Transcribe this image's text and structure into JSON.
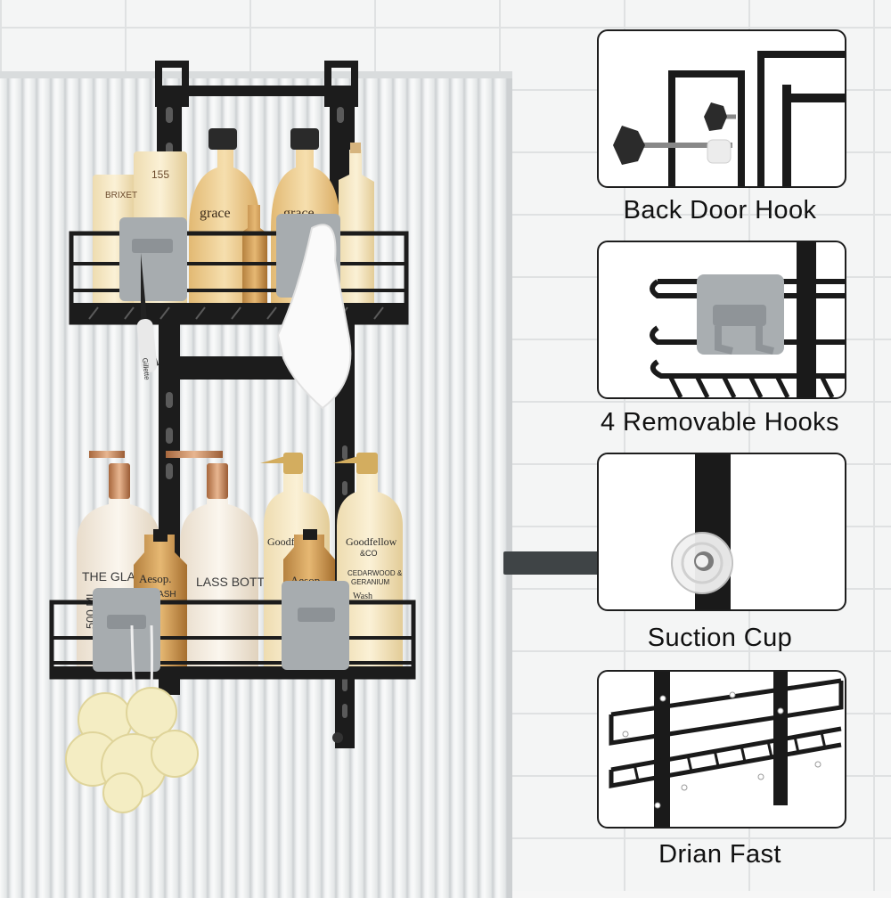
{
  "features": [
    {
      "label": "Back Door Hook",
      "icon": "door-hook-clamp"
    },
    {
      "label": "4 Removable Hooks",
      "icon": "adhesive-hook"
    },
    {
      "label": "Suction Cup",
      "icon": "suction-cup"
    },
    {
      "label": "Drian Fast",
      "icon": "drain-basket"
    }
  ],
  "product_text": {
    "grace_left": "grace",
    "grace_right": "grace",
    "brand_tube_left": "BRIXET",
    "tube_number": "155",
    "goodfellow_left": "Goodfellow",
    "goodfellow_right": "Goodfellow",
    "co": "&CO",
    "aesop": "Aesop.",
    "wash": "WASH",
    "glass_bottle_left": "THE GLASS",
    "glass_bottle_right": "LASS BOTT",
    "volume": "500 ML",
    "razor_brand": "Gillette",
    "cedarwood": "CEDARWOOD &",
    "geranium": "GERANIUM",
    "wash_label": "Wash"
  },
  "colors": {
    "rack": "#1c1c1c",
    "hook_gray": "#a7acaf",
    "amber": "#e9c98a",
    "cream": "#f3e3bd",
    "copper": "#c98f61"
  }
}
